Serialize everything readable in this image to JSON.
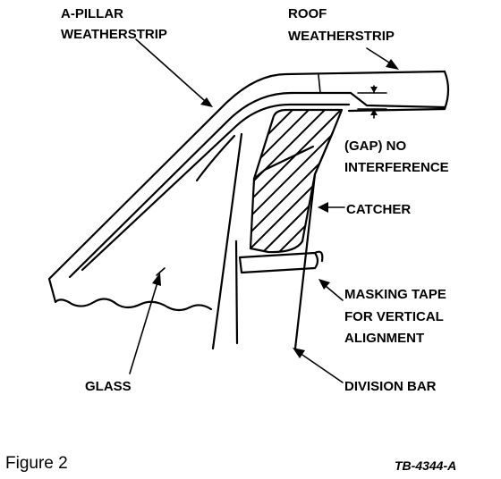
{
  "labels": {
    "a_pillar_line1": "A-PILLAR",
    "a_pillar_line2": "WEATHERSTRIP",
    "roof_line1": "ROOF",
    "roof_line2": "WEATHERSTRIP",
    "gap_line1": "(GAP) NO",
    "gap_line2": "INTERFERENCE",
    "catcher": "CATCHER",
    "masking_line1": "MASKING TAPE",
    "masking_line2": "FOR VERTICAL",
    "masking_line3": "ALIGNMENT",
    "glass": "GLASS",
    "division_bar": "DIVISION BAR"
  },
  "caption": "Figure 2",
  "reference": "TB-4344-A"
}
